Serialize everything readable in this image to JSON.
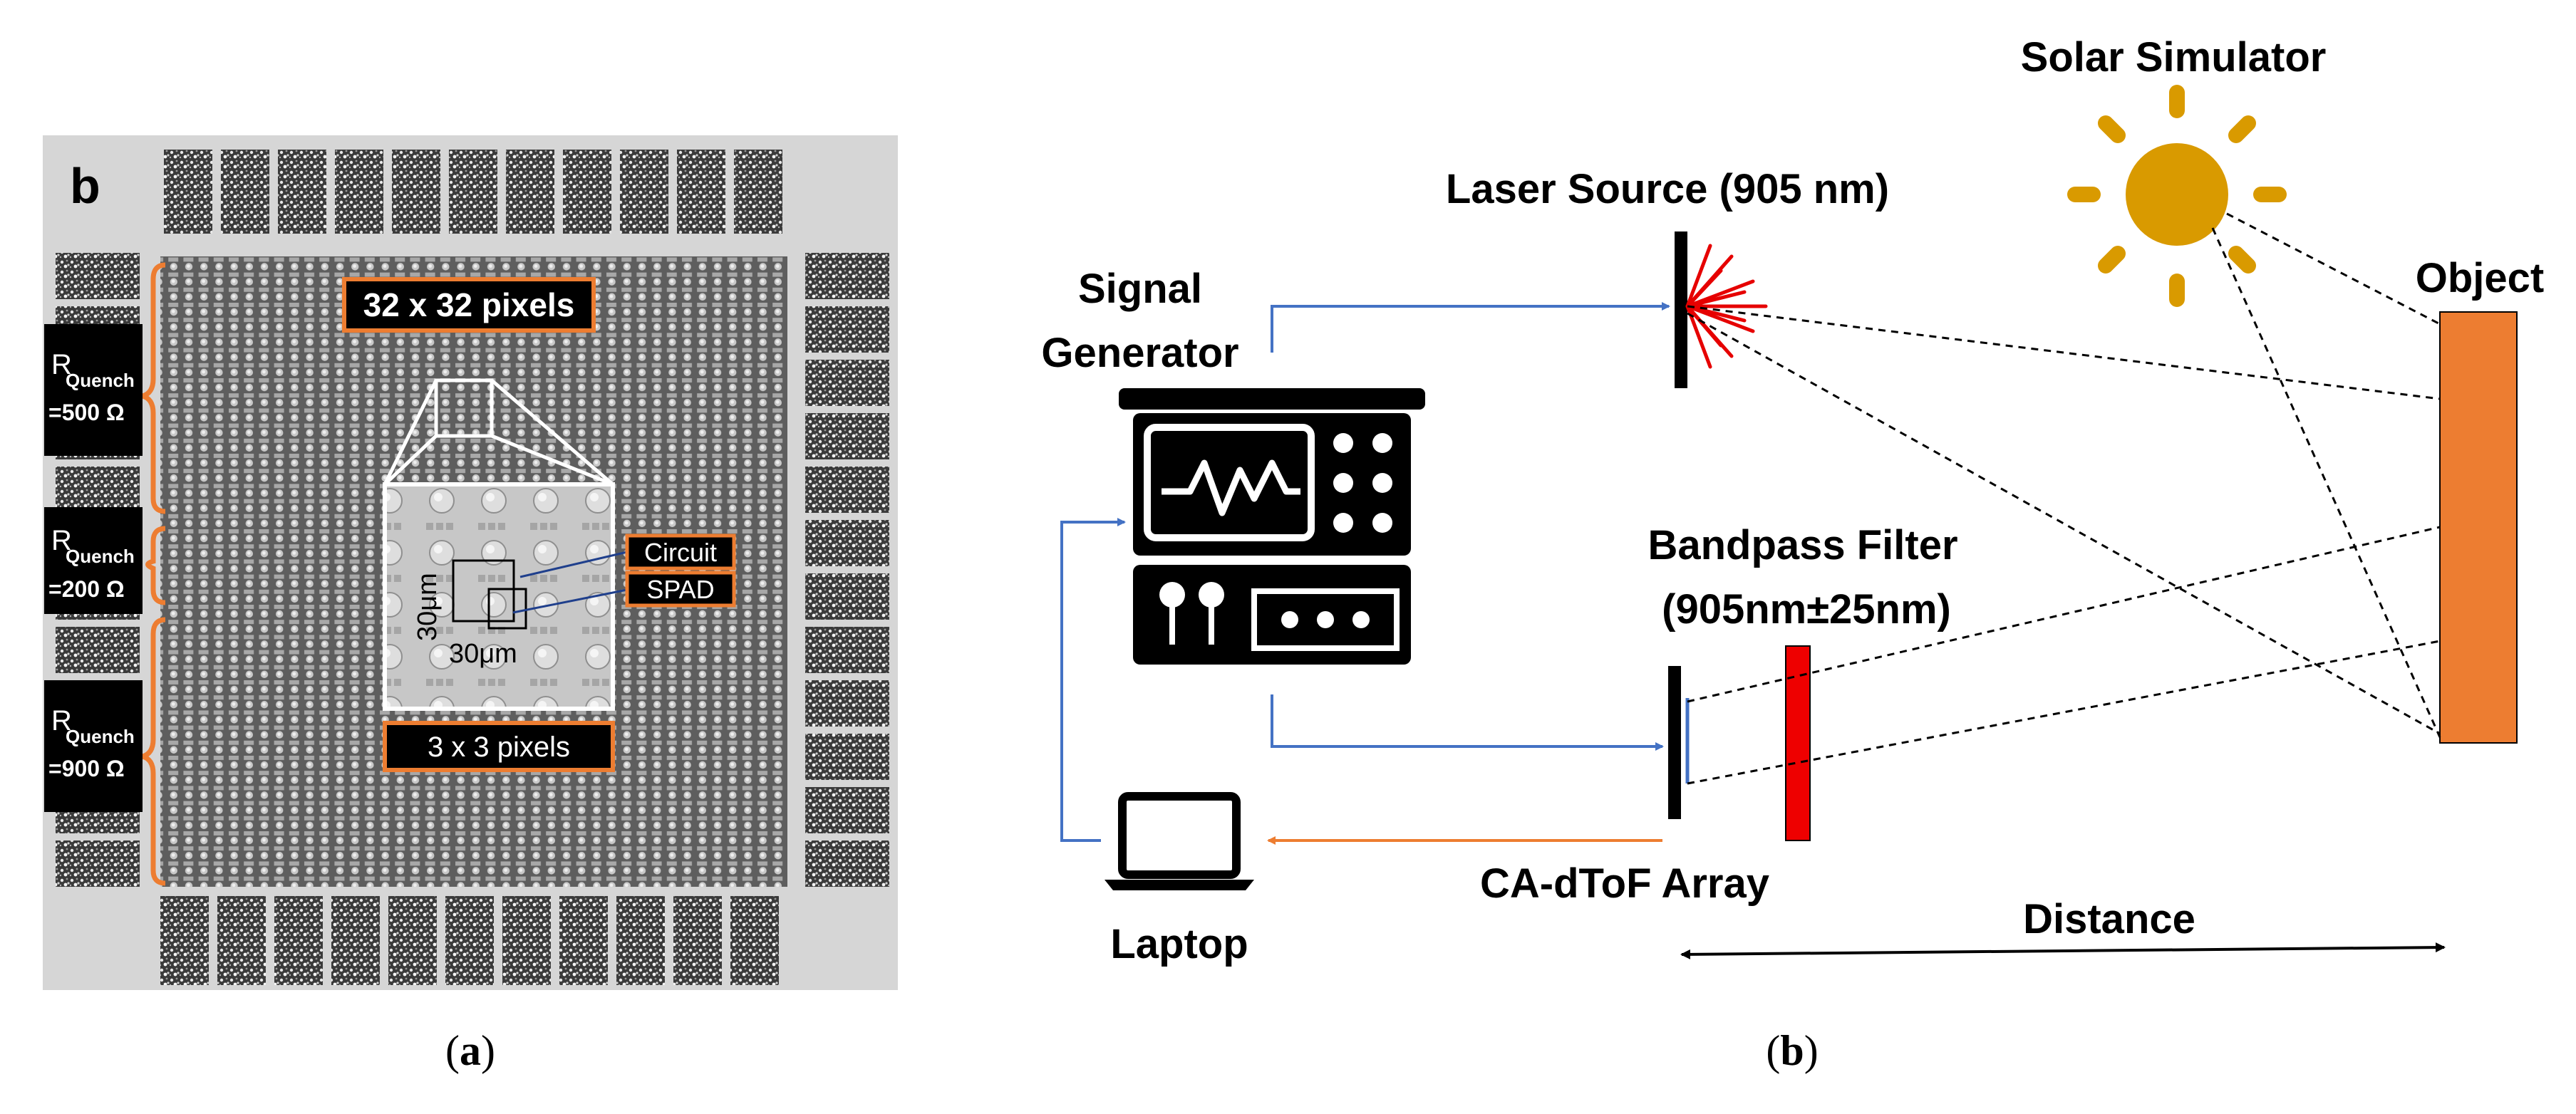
{
  "panel_a": {
    "chip_mark": "b",
    "array_label": "32 x 32 pixels",
    "zoom_label": "3 x 3 pixels",
    "circuit_label": "Circuit",
    "spad_label": "SPAD",
    "dim_vertical": "30μm",
    "dim_horizontal": "30μm",
    "quench": [
      {
        "r": "R",
        "sub": "Quench",
        "value": "=500 Ω"
      },
      {
        "r": "R",
        "sub": "Quench",
        "value": "=200 Ω"
      },
      {
        "r": "R",
        "sub": "Quench",
        "value": "=900 Ω"
      }
    ],
    "caption_open": "(",
    "caption_letter": "a",
    "caption_close": ")"
  },
  "panel_b": {
    "signal_generator_line1": "Signal",
    "signal_generator_line2": "Generator",
    "laser_source": "Laser Source (905 nm)",
    "solar_simulator": "Solar Simulator",
    "object": "Object",
    "bandpass_line1": "Bandpass Filter",
    "bandpass_line2": "(905nm±25nm)",
    "array": "CA-dToF Array",
    "laptop": "Laptop",
    "distance": "Distance",
    "caption_open": "(",
    "caption_letter": "b",
    "caption_close": ")",
    "colors": {
      "blue_link": "#4472c4",
      "orange_link": "#ed7d31",
      "laser_red": "#e60000",
      "sun": "#d99a00",
      "object": "#ed7d31",
      "filter": "#ee0000"
    }
  }
}
